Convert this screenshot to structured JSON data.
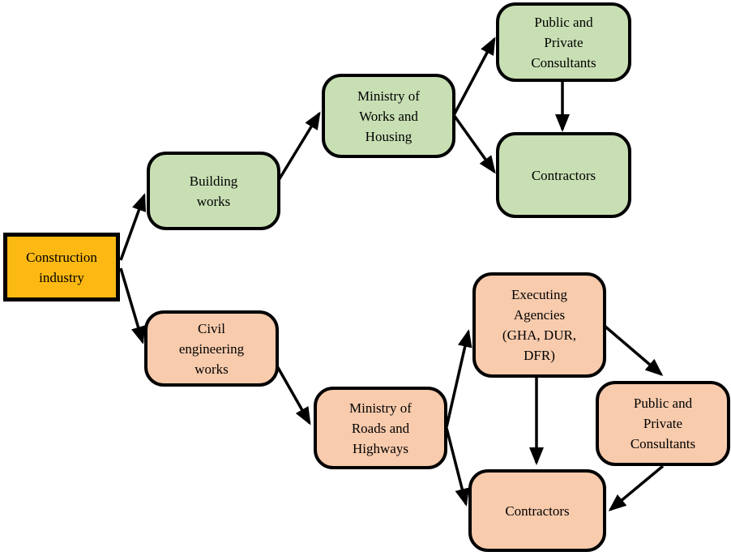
{
  "diagram": {
    "description": "Construction industry organisational flowchart",
    "colors": {
      "root_fill": "#FDB913",
      "building_branch_fill": "#C8DFB4",
      "civil_branch_fill": "#F8CBAD",
      "border": "#000000",
      "background": "#FFFFFF"
    },
    "nodes": {
      "construction_industry": {
        "label": "Construction\nindustry",
        "fill": "#FDB913"
      },
      "building_works": {
        "label": "Building\nworks",
        "fill": "#C8DFB4"
      },
      "ministry_works_housing": {
        "label": "Ministry of\nWorks and\nHousing",
        "fill": "#C8DFB4"
      },
      "public_private_consultants_building": {
        "label": "Public and\nPrivate\nConsultants",
        "fill": "#C8DFB4"
      },
      "contractors_building": {
        "label": "Contractors",
        "fill": "#C8DFB4"
      },
      "civil_engineering_works": {
        "label": "Civil\nengineering\nworks",
        "fill": "#F8CBAD"
      },
      "ministry_roads_highways": {
        "label": "Ministry of\nRoads and\nHighways",
        "fill": "#F8CBAD"
      },
      "executing_agencies": {
        "label": "Executing\nAgencies\n(GHA, DUR,\nDFR)",
        "fill": "#F8CBAD"
      },
      "public_private_consultants_civil": {
        "label": "Public and\nPrivate\nConsultants",
        "fill": "#F8CBAD"
      },
      "contractors_civil": {
        "label": "Contractors",
        "fill": "#F8CBAD"
      }
    },
    "edges": [
      {
        "from": "construction_industry",
        "to": "building_works"
      },
      {
        "from": "construction_industry",
        "to": "civil_engineering_works"
      },
      {
        "from": "building_works",
        "to": "ministry_works_housing"
      },
      {
        "from": "ministry_works_housing",
        "to": "public_private_consultants_building"
      },
      {
        "from": "ministry_works_housing",
        "to": "contractors_building"
      },
      {
        "from": "public_private_consultants_building",
        "to": "contractors_building"
      },
      {
        "from": "civil_engineering_works",
        "to": "ministry_roads_highways"
      },
      {
        "from": "ministry_roads_highways",
        "to": "executing_agencies"
      },
      {
        "from": "ministry_roads_highways",
        "to": "contractors_civil"
      },
      {
        "from": "executing_agencies",
        "to": "public_private_consultants_civil"
      },
      {
        "from": "executing_agencies",
        "to": "contractors_civil"
      },
      {
        "from": "public_private_consultants_civil",
        "to": "contractors_civil"
      }
    ]
  }
}
